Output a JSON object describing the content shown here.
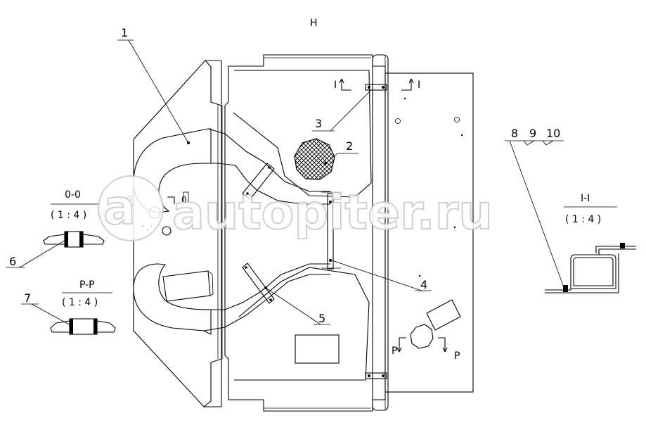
{
  "view_label": "H",
  "callouts": {
    "c1": "1",
    "c2": "2",
    "c3": "3",
    "c4": "4",
    "c5": "5",
    "c6": "6",
    "c7": "7",
    "c8": "8",
    "c9": "9",
    "c10": "10"
  },
  "section_marks": {
    "i_left": "I",
    "i_right": "I",
    "p_left": "P",
    "p_right": "P",
    "o_left": "0",
    "o_right": "0"
  },
  "sections": {
    "oo": {
      "title": "0-0",
      "scale": "( 1 : 4 )"
    },
    "pp": {
      "title": "P-P",
      "scale": "( 1 : 4 )"
    },
    "ii": {
      "title": "I-I",
      "scale": "( 1 : 4 )"
    }
  },
  "watermark": "autopiter.ru",
  "colors": {
    "line": "#000000",
    "watermark": "#c8c8c8",
    "background": "#ffffff"
  }
}
